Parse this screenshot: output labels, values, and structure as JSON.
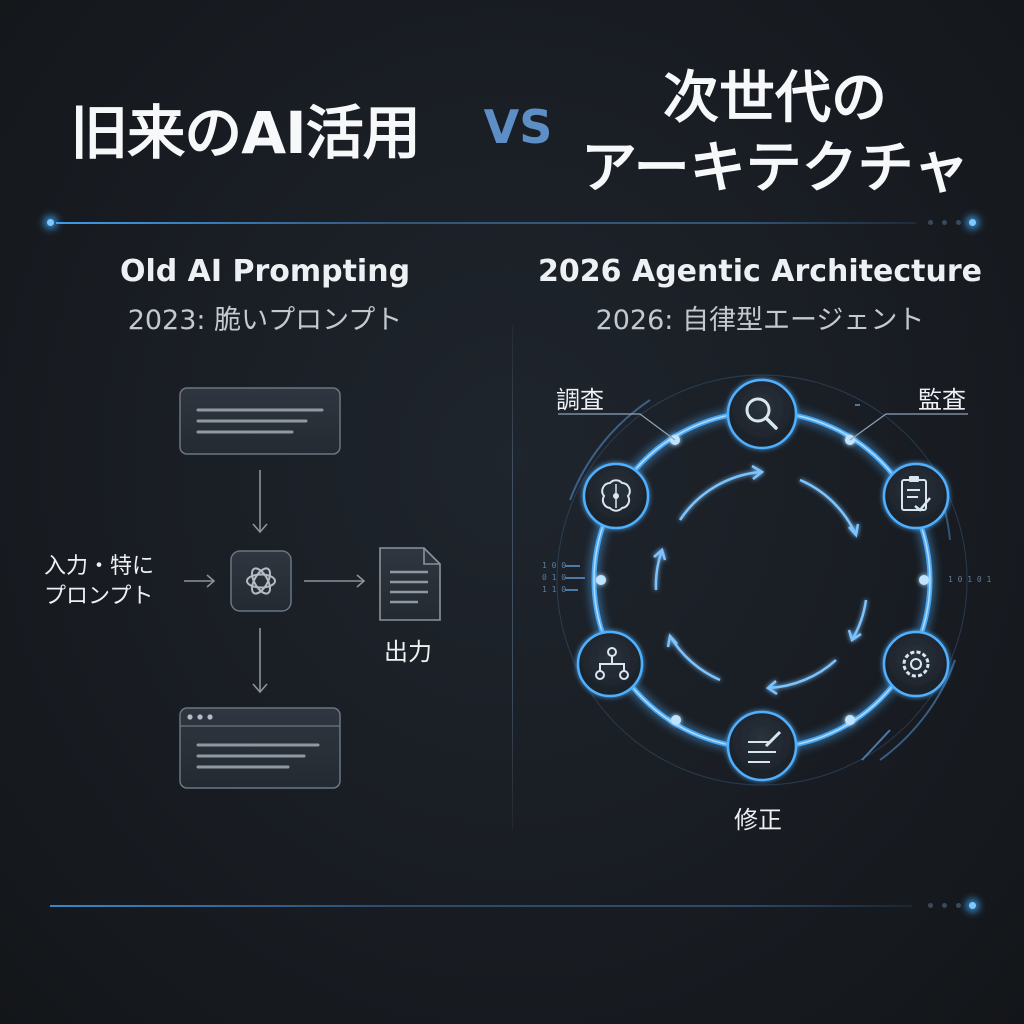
{
  "header": {
    "title_left": "旧来のAI活用",
    "vs": "VS",
    "title_right_line1": "次世代の",
    "title_right_line2": "アーキテクチャ"
  },
  "left": {
    "title": "Old AI Prompting",
    "subtitle": "2023: 脆いプロンプト",
    "input_label_line1": "入力・特に",
    "input_label_line2": "プロンプト",
    "output_label": "出力",
    "nodes": [
      "prompt-card-icon",
      "ai-model-icon",
      "document-icon",
      "window-icon"
    ]
  },
  "right": {
    "title": "2026 Agentic Architecture",
    "subtitle": "2026: 自律型エージェント",
    "labels": {
      "investigate": "調査",
      "audit": "監査",
      "fix": "修正"
    },
    "nodes": [
      "search-icon",
      "checklist-icon",
      "gear-icon",
      "edit-icon",
      "network-icon",
      "brain-icon"
    ],
    "ring_color": "#4fb0ff"
  },
  "colors": {
    "background": "#181c22",
    "accent": "#42aaff",
    "vs": "#5d8fc6"
  }
}
